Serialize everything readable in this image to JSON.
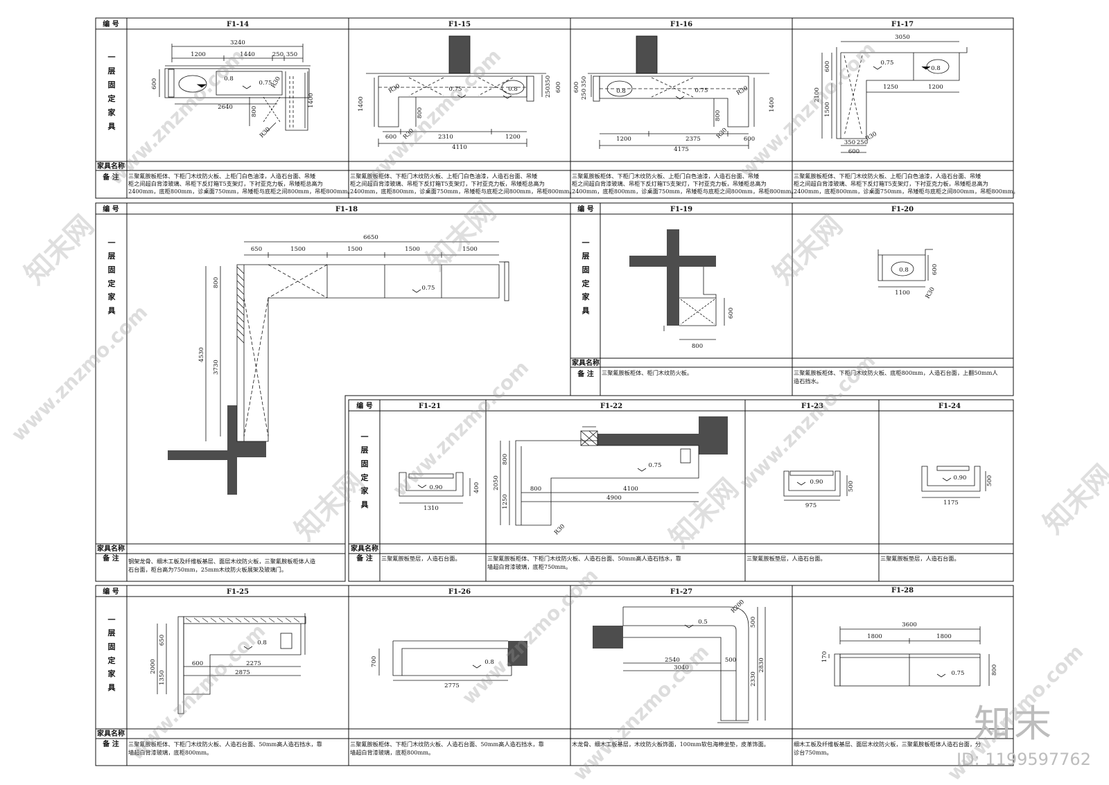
{
  "labels": {
    "bianhao": "编 号",
    "mingcheng": "家具名称",
    "beizhu": "备 注",
    "side_chars": [
      "一",
      "层",
      "固",
      "定",
      "家",
      "具"
    ]
  },
  "codes": {
    "f14": "F1-14",
    "f15": "F1-15",
    "f16": "F1-16",
    "f17": "F1-17",
    "f18": "F1-18",
    "f19": "F1-19",
    "f20": "F1-20",
    "f21": "F1-21",
    "f22": "F1-22",
    "f23": "F1-23",
    "f24": "F1-24",
    "f25": "F1-25",
    "f26": "F1-26",
    "f27": "F1-27",
    "f28": "F1-28"
  },
  "notes": {
    "f14": [
      "三聚氰胺板柜体、下柜门木纹防火板、上柜门白色油漆，人造石台面、吊矮",
      "柜之间超白背漆玻璃、吊柜下反灯箱T5支架灯，下衬亚克力板，吊矮柜总高为",
      "2400mm，底柜800mm，诊桌面750mm，吊矮柜与底柜之间800mm，吊柜800mm。"
    ],
    "f15": [
      "三聚氰胺板柜体、下柜门木纹防火板、上柜门白色油漆，人造石台面、吊矮",
      "柜之间超白背漆玻璃、吊柜下反灯箱T5支架灯，下衬亚克力板，吊矮柜总高为",
      "2400mm，底柜800mm，诊桌面750mm，吊矮柜与底柜之间800mm，吊柜800mm。"
    ],
    "f16": [
      "三聚氰胺板柜体、下柜门木纹防火板、上柜门白色油漆，人造石台面、吊矮",
      "柜之间超白背漆玻璃、吊柜下反灯箱T5支架灯，下衬亚克力板，吊矮柜总高为",
      "2400mm，底柜800mm，诊桌面750mm，吊矮柜与底柜之间800mm，吊柜800mm。"
    ],
    "f17": [
      "三聚氰胺板柜体、下柜门木纹防火板、上柜门白色油漆，人造石台面、吊矮",
      "柜之间超白背漆玻璃、吊柜下反灯箱T5支架灯，下衬亚克力板，吊矮柜总高为",
      "2400mm，底柜800mm，诊桌面750mm，吊矮柜与底柜之间800mm，吊柜800mm。"
    ],
    "f18": [
      "钢架龙骨、细木工板及纤维板基层、面层木纹防火板，三聚氰胺板柜体人造",
      "石台面，柜台高为750mm，25mm木纹防火板展架及玻璃门。"
    ],
    "f19": [
      "三聚氰胺板柜体、柜门木纹防火板。"
    ],
    "f20": [
      "三聚氰胺板柜体、下柜门木纹防火板、底柜800mm，人造石台面，上翻50mm人",
      "造石挡水。"
    ],
    "f21": [
      "三聚氰胺板垫层，人造石台面。"
    ],
    "f22": [
      "三聚氰胺板柜体、下柜门木纹防火板、人造石台面、50mm高人造石挡水，靠",
      "墙超白背漆玻璃，底柜750mm。"
    ],
    "f23": [
      "三聚氰胺板垫层，人造石台面。"
    ],
    "f24": [
      "三聚氰胺板垫层，人造石台面。"
    ],
    "f25": [
      "三聚氰胺板柜体、下柜门木纹防火板、人造石台面、50mm高人造石挡水，靠",
      "墙超白背漆玻璃，底柜800mm。"
    ],
    "f26": [
      "三聚氰胺板柜体、下柜门木纹防火板、人造石台面、50mm高人造石挡水，靠",
      "墙超白背漆玻璃，底柜800mm。"
    ],
    "f27": [
      "木龙骨、细木工板基层，木纹防火板饰面，100mm软包海棉坐垫，皮革饰面。"
    ],
    "f28": [
      "细木工板及纤维板基层、面层木纹防火板，三聚氰胺板柜体人造石台面，分",
      "诊台750mm。"
    ]
  },
  "dims": {
    "f14": [
      "3240",
      "1200",
      "1440",
      "250",
      "350",
      "600",
      "2640",
      "800",
      "1400",
      "R30",
      "0.8",
      "0.75",
      "R30"
    ],
    "f15": [
      "1400",
      "800",
      "600",
      "2310",
      "1200",
      "4110",
      "350",
      "250",
      "600",
      "R30",
      "0.75",
      "0.8",
      "R30"
    ],
    "f16": [
      "600",
      "250",
      "350",
      "1400",
      "800",
      "1200",
      "2375",
      "600",
      "4175",
      "R30",
      "0.8",
      "0.75",
      "R30"
    ],
    "f17": [
      "3050",
      "600",
      "2100",
      "1500",
      "1250",
      "1200",
      "350",
      "250",
      "600",
      "R30",
      "0.75",
      "0.8"
    ],
    "f18": [
      "6650",
      "650",
      "1500",
      "1500",
      "1500",
      "1500",
      "800",
      "4530",
      "3730",
      "0.75"
    ],
    "f19": [
      "600",
      "800"
    ],
    "f20": [
      "600",
      "1100",
      "R30",
      "0.8"
    ],
    "f21": [
      "400",
      "1310",
      "0.90"
    ],
    "f22": [
      "800",
      "2050",
      "1250",
      "800",
      "4100",
      "4900",
      "R30",
      "0.75"
    ],
    "f23": [
      "500",
      "975",
      "0.90"
    ],
    "f24": [
      "500",
      "1175",
      "0.90"
    ],
    "f25": [
      "650",
      "2000",
      "1350",
      "600",
      "2275",
      "2875",
      "0.8"
    ],
    "f26": [
      "700",
      "2775",
      "0.8"
    ],
    "f27": [
      "R200",
      "500",
      "2830",
      "2330",
      "2540",
      "3040",
      "500",
      "0.5"
    ],
    "f28": [
      "3600",
      "1800",
      "1800",
      "170",
      "800",
      "0.75"
    ]
  },
  "watermark": "www.znzmo.com",
  "watermark_cn": "知末网",
  "logo_text": "知末",
  "id_text": "ID: 1199597762",
  "colors": {
    "ink": "#111111",
    "wall": "#4d4d4d",
    "watermark": "#9a9a9a"
  }
}
